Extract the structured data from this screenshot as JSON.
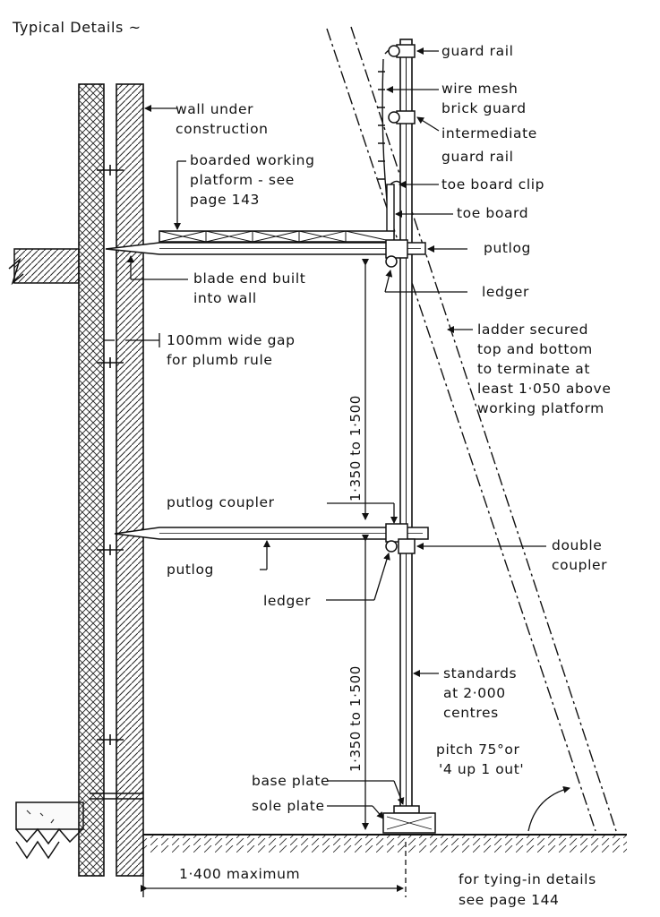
{
  "title": "Typical Details ~",
  "labels": {
    "guard_rail": "guard rail",
    "wire_mesh_1": "wire mesh",
    "wire_mesh_2": "brick guard",
    "intermediate_1": "intermediate",
    "intermediate_2": "guard rail",
    "toe_board_clip": "toe board clip",
    "toe_board": "toe board",
    "putlog_top": "putlog",
    "ledger_top": "ledger",
    "wall_1": "wall under",
    "wall_2": "construction",
    "platform_1": "boarded working",
    "platform_2": "platform - see",
    "platform_3": "page 143",
    "blade_1": "blade end built",
    "blade_2": "into wall",
    "gap_1": "100mm wide gap",
    "gap_2": "for plumb rule",
    "ladder_1": "ladder secured",
    "ladder_2": "top and bottom",
    "ladder_3": "to terminate at",
    "ladder_4": "least 1·050 above",
    "ladder_5": "working platform",
    "dim_upper": "1·350 to 1·500",
    "dim_lower": "1·350 to 1·500",
    "putlog_coupler": "putlog coupler",
    "putlog_lower": "putlog",
    "double_1": "double",
    "double_2": "coupler",
    "ledger_lower": "ledger",
    "standards_1": "standards",
    "standards_2": "at 2·000",
    "standards_3": "centres",
    "pitch_1": "pitch 75°or",
    "pitch_2": "'4 up 1 out'",
    "base_plate": "base plate",
    "sole_plate": "sole plate",
    "dim_width": "1·400 maximum",
    "tying_1": "for tying-in details",
    "tying_2": "see page 144"
  }
}
